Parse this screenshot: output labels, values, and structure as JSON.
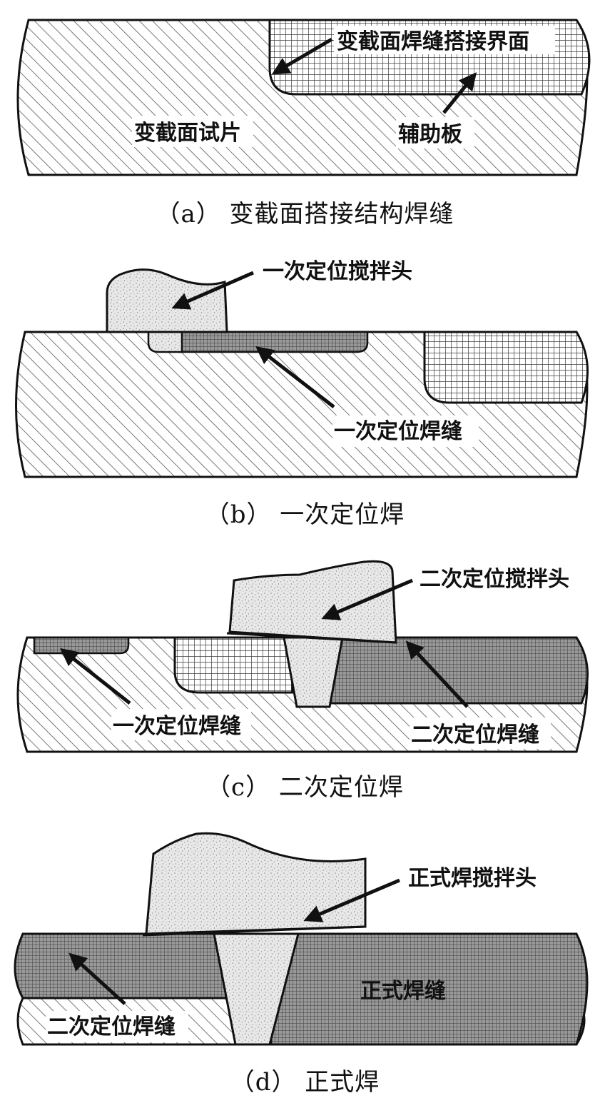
{
  "panels": [
    {
      "caption": "（a） 变截面搭接结构焊缝",
      "labels": {
        "interface": "变截面焊缝搭接界面",
        "specimen": "变截面试片",
        "aux_plate": "辅助板"
      }
    },
    {
      "caption": "（b） 一次定位焊",
      "labels": {
        "tool": "一次定位搅拌头",
        "weld": "一次定位焊缝"
      }
    },
    {
      "caption": "（c） 二次定位焊",
      "labels": {
        "tool": "二次定位搅拌头",
        "first_weld": "一次定位焊缝",
        "second_weld": "二次定位焊缝"
      }
    },
    {
      "caption": "（d） 正式焊",
      "labels": {
        "tool": "正式焊搅拌头",
        "second_weld": "二次定位焊缝",
        "final_weld": "正式焊缝"
      }
    }
  ],
  "colors": {
    "outline": "#111111",
    "hatch": "#555555",
    "grid": "#444444",
    "stipple": "#e6e6e6",
    "dense_weld": "#8c8c8c"
  }
}
